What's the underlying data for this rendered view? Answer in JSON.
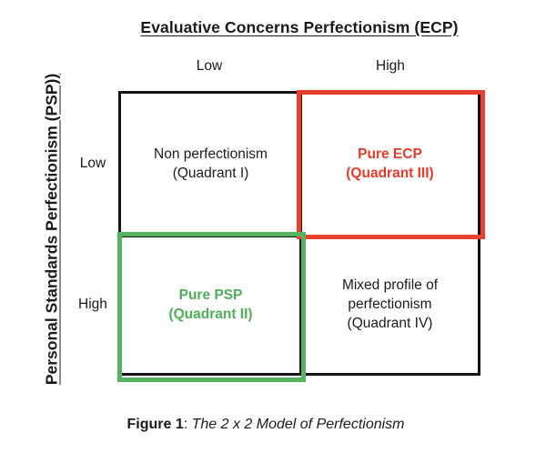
{
  "figure": {
    "x_axis": {
      "title": "Evaluative Concerns Perfectionism (ECP)",
      "low": "Low",
      "high": "High"
    },
    "y_axis": {
      "title": "Personal Standards Perfectionism (PSP))",
      "low": "Low",
      "high": "High"
    },
    "quadrants": {
      "q1": {
        "line1": "Non perfectionism",
        "line2": "(Quadrant I)"
      },
      "q3": {
        "line1": "Pure ECP",
        "line2": "(Quadrant III)"
      },
      "q2": {
        "line1": "Pure PSP",
        "line2": "(Quadrant II)"
      },
      "q4": {
        "line1": "Mixed profile of",
        "line2": "perfectionism",
        "line3": "(Quadrant IV)"
      }
    },
    "colors": {
      "grid_line": "#141414",
      "q3_accent": "#e8402f",
      "q2_accent": "#55b45f"
    }
  },
  "caption": {
    "label": "Figure 1",
    "separator": ": ",
    "title": "The 2 x 2 Model of Perfectionism"
  }
}
